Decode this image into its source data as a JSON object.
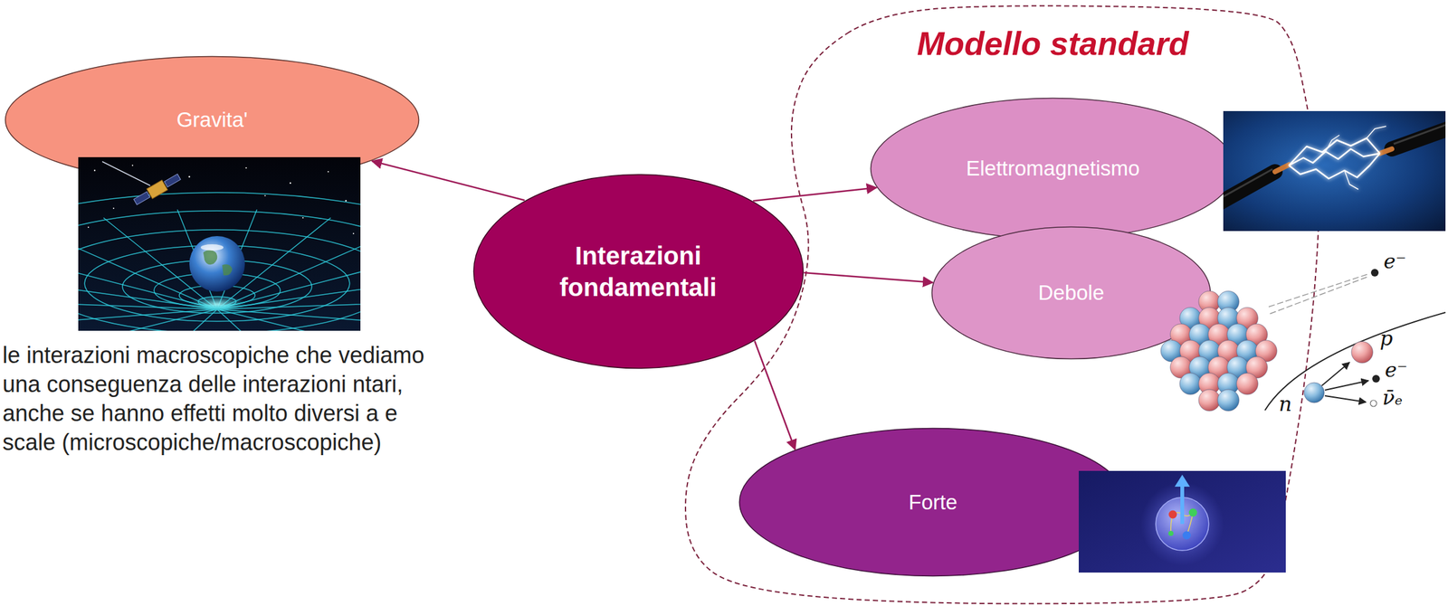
{
  "diagram": {
    "nodes": [
      {
        "text": [
          "Gravita'"
        ]
      },
      {
        "text": [
          "Interazioni fondamentali"
        ]
      },
      {
        "text": [
          "Modello standard"
        ]
      },
      {
        "text": [
          "Elettromagnetismo"
        ],
        "in": 2
      },
      {
        "text": [
          "Debole"
        ],
        "in": 2
      },
      {
        "text": [
          "Forte"
        ],
        "in": 2
      }
    ],
    "edges": [
      {
        "from": 1,
        "to": 0,
        "arrow": "to"
      },
      {
        "from": 1,
        "to": 3,
        "arrow": "to"
      },
      {
        "from": 1,
        "to": 4,
        "arrow": "to"
      },
      {
        "from": 1,
        "to": 5,
        "arrow": "to"
      }
    ],
    "labels": [
      "e⁻",
      "p",
      "e⁻",
      "ν̄ₑ",
      "n",
      "le interazioni macroscopiche che vediamo una conseguenza delle interazioni ntari, anche se hanno effetti molto diversi a e scale (microscopiche/macroscopiche)"
    ]
  }
}
